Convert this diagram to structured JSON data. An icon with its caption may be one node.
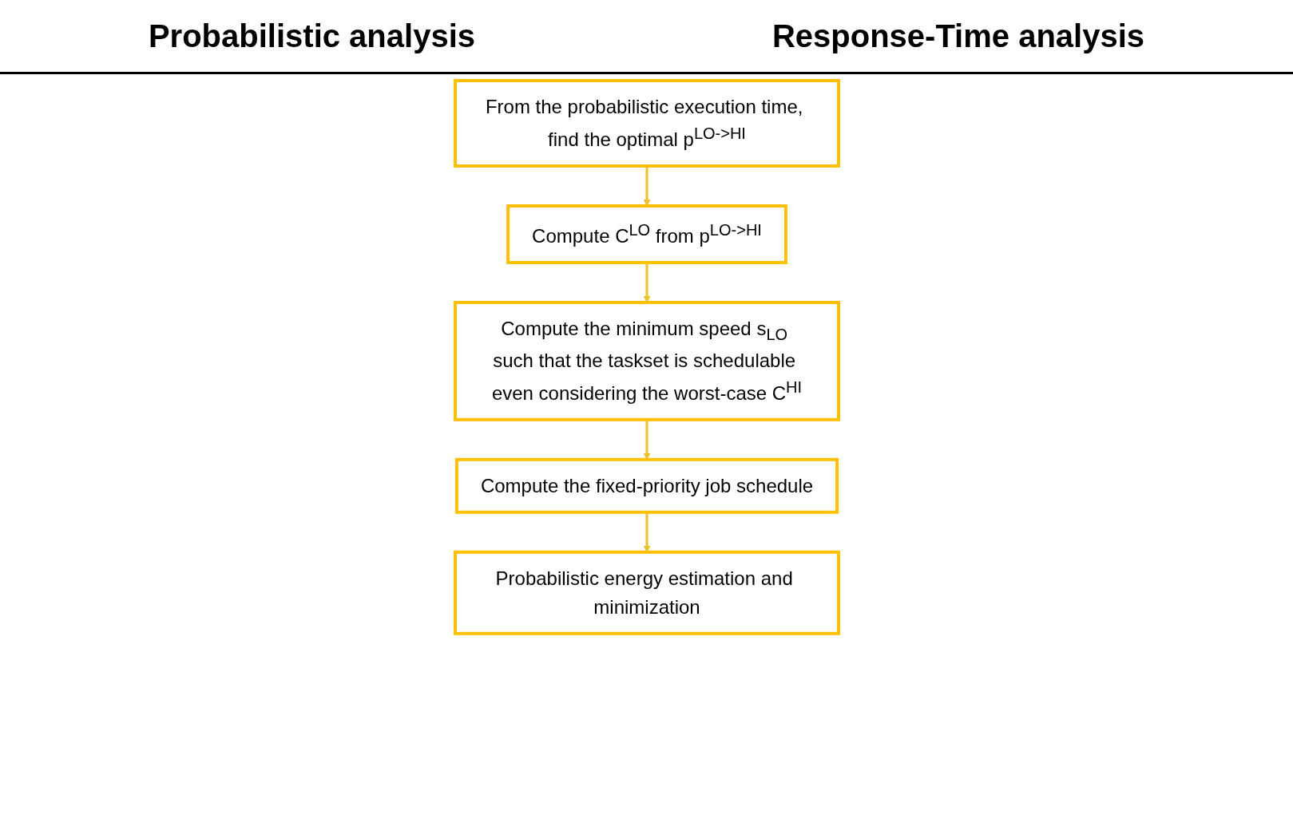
{
  "diagram": {
    "nodes": [
      {
        "text": [
          "From the probabilistic execution time, find the optimal p$^{LO->HI}$"
        ]
      },
      {
        "text": [
          "Compute C$^{LO}$ from p$^{LO->HI}$"
        ]
      },
      {
        "text": [
          "Compute the minimum speed s$_{LO}$ such that the taskset is schedulable even considering the worst-case C$^{HI}$"
        ]
      },
      {
        "text": [
          "Compute the fixed-priority job schedule"
        ]
      },
      {
        "text": [
          "Probabilistic energy estimation and minimization"
        ]
      }
    ],
    "edges": [
      {
        "from": 0,
        "to": 1,
        "arrow": "to"
      },
      {
        "from": 1,
        "to": 2,
        "arrow": "to"
      },
      {
        "from": 2,
        "to": 3,
        "arrow": "to"
      },
      {
        "from": 3,
        "to": 4,
        "arrow": "to"
      }
    ],
    "labels": [
      "Probabilistic analysis",
      "Response-Time analysis"
    ]
  }
}
